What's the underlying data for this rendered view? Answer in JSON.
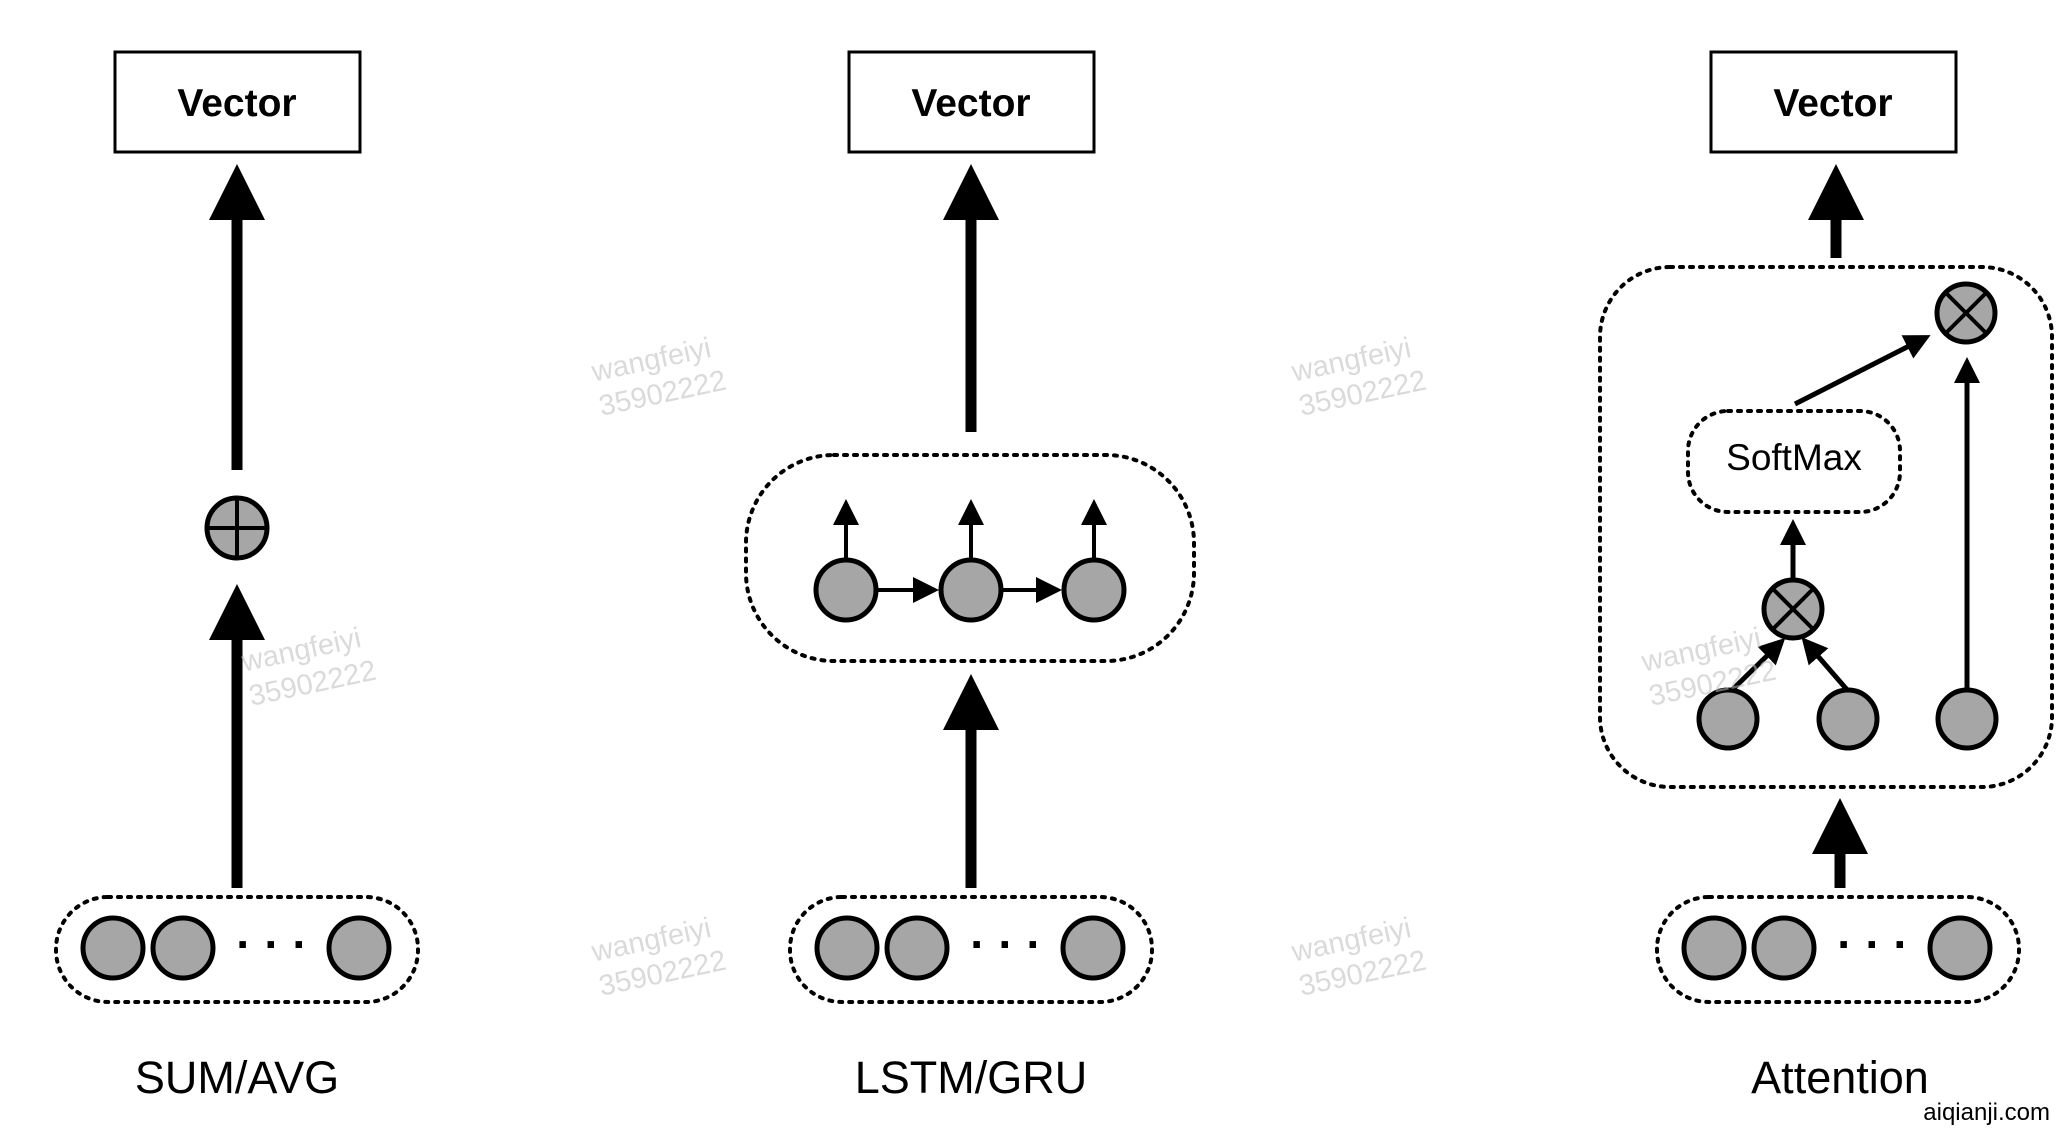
{
  "panels": [
    {
      "vector_label": "Vector",
      "caption": "SUM/AVG",
      "op_symbol": "circled-plus-icon",
      "dots": "· · ·"
    },
    {
      "vector_label": "Vector",
      "caption": "LSTM/GRU",
      "dots": "· · ·"
    },
    {
      "vector_label": "Vector",
      "caption": "Attention",
      "softmax_label": "SoftMax",
      "op_symbol": "circled-times-icon",
      "dots": "· · ·"
    }
  ],
  "watermark": {
    "line1": "wangfeiyi",
    "line2": "35902222"
  },
  "site_mark": "aiqianji.com",
  "colors": {
    "node_fill": "#a6a6a6",
    "stroke": "#000000",
    "background": "#ffffff"
  }
}
